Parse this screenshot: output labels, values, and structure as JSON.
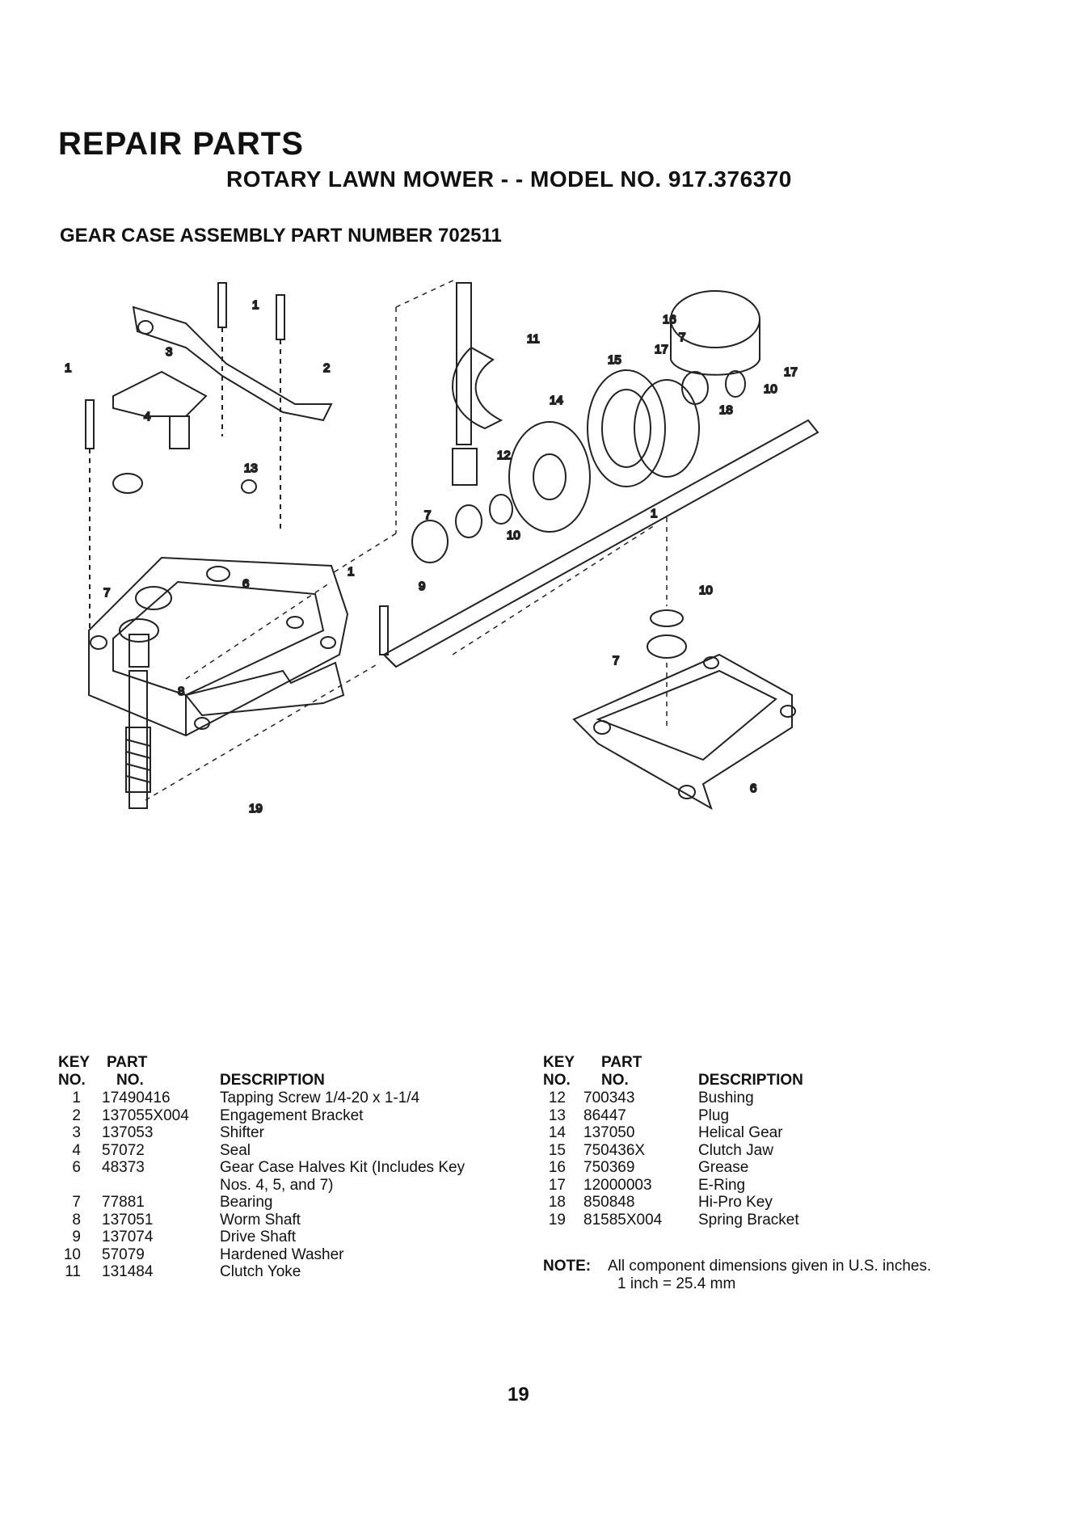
{
  "header": {
    "title": "REPAIR PARTS",
    "subtitle": "ROTARY LAWN MOWER - - MODEL NO. 917.376370",
    "section": "GEAR CASE ASSEMBLY PART NUMBER 702511"
  },
  "diagram": {
    "callouts": [
      "1",
      "1",
      "1",
      "1",
      "2",
      "3",
      "4",
      "6",
      "6",
      "7",
      "7",
      "7",
      "7",
      "8",
      "9",
      "10",
      "10",
      "10",
      "11",
      "12",
      "13",
      "14",
      "15",
      "16",
      "17",
      "17",
      "18",
      "19"
    ]
  },
  "parts_table": {
    "header_key_line1": "KEY",
    "header_key_line2": "NO.",
    "header_part_line1": "PART",
    "header_part_line2": "NO.",
    "header_description": "DESCRIPTION",
    "left": [
      {
        "key": "1",
        "part": "17490416",
        "description": "Tapping Screw  1/4-20 x 1-1/4"
      },
      {
        "key": "2",
        "part": "137055X004",
        "description": "Engagement Bracket"
      },
      {
        "key": "3",
        "part": "137053",
        "description": "Shifter"
      },
      {
        "key": "4",
        "part": "57072",
        "description": "Seal"
      },
      {
        "key": "6",
        "part": "48373",
        "description": "Gear Case Halves Kit (Includes Key\nNos. 4, 5, and 7)"
      },
      {
        "key": "7",
        "part": "77881",
        "description": "Bearing"
      },
      {
        "key": "8",
        "part": "137051",
        "description": "Worm Shaft"
      },
      {
        "key": "9",
        "part": "137074",
        "description": "Drive Shaft"
      },
      {
        "key": "10",
        "part": "57079",
        "description": "Hardened Washer"
      },
      {
        "key": "11",
        "part": "131484",
        "description": "Clutch Yoke"
      }
    ],
    "right": [
      {
        "key": "12",
        "part": "700343",
        "description": "Bushing"
      },
      {
        "key": "13",
        "part": "86447",
        "description": "Plug"
      },
      {
        "key": "14",
        "part": "137050",
        "description": "Helical Gear"
      },
      {
        "key": "15",
        "part": "750436X",
        "description": "Clutch Jaw"
      },
      {
        "key": "16",
        "part": "750369",
        "description": "Grease"
      },
      {
        "key": "17",
        "part": "12000003",
        "description": "E-Ring"
      },
      {
        "key": "18",
        "part": "850848",
        "description": "Hi-Pro Key"
      },
      {
        "key": "19",
        "part": "81585X004",
        "description": "Spring Bracket"
      }
    ]
  },
  "note": {
    "label": "NOTE:",
    "line1": "All component dimensions given in U.S. inches.",
    "line2": "1 inch = 25.4 mm"
  },
  "page_number": "19"
}
